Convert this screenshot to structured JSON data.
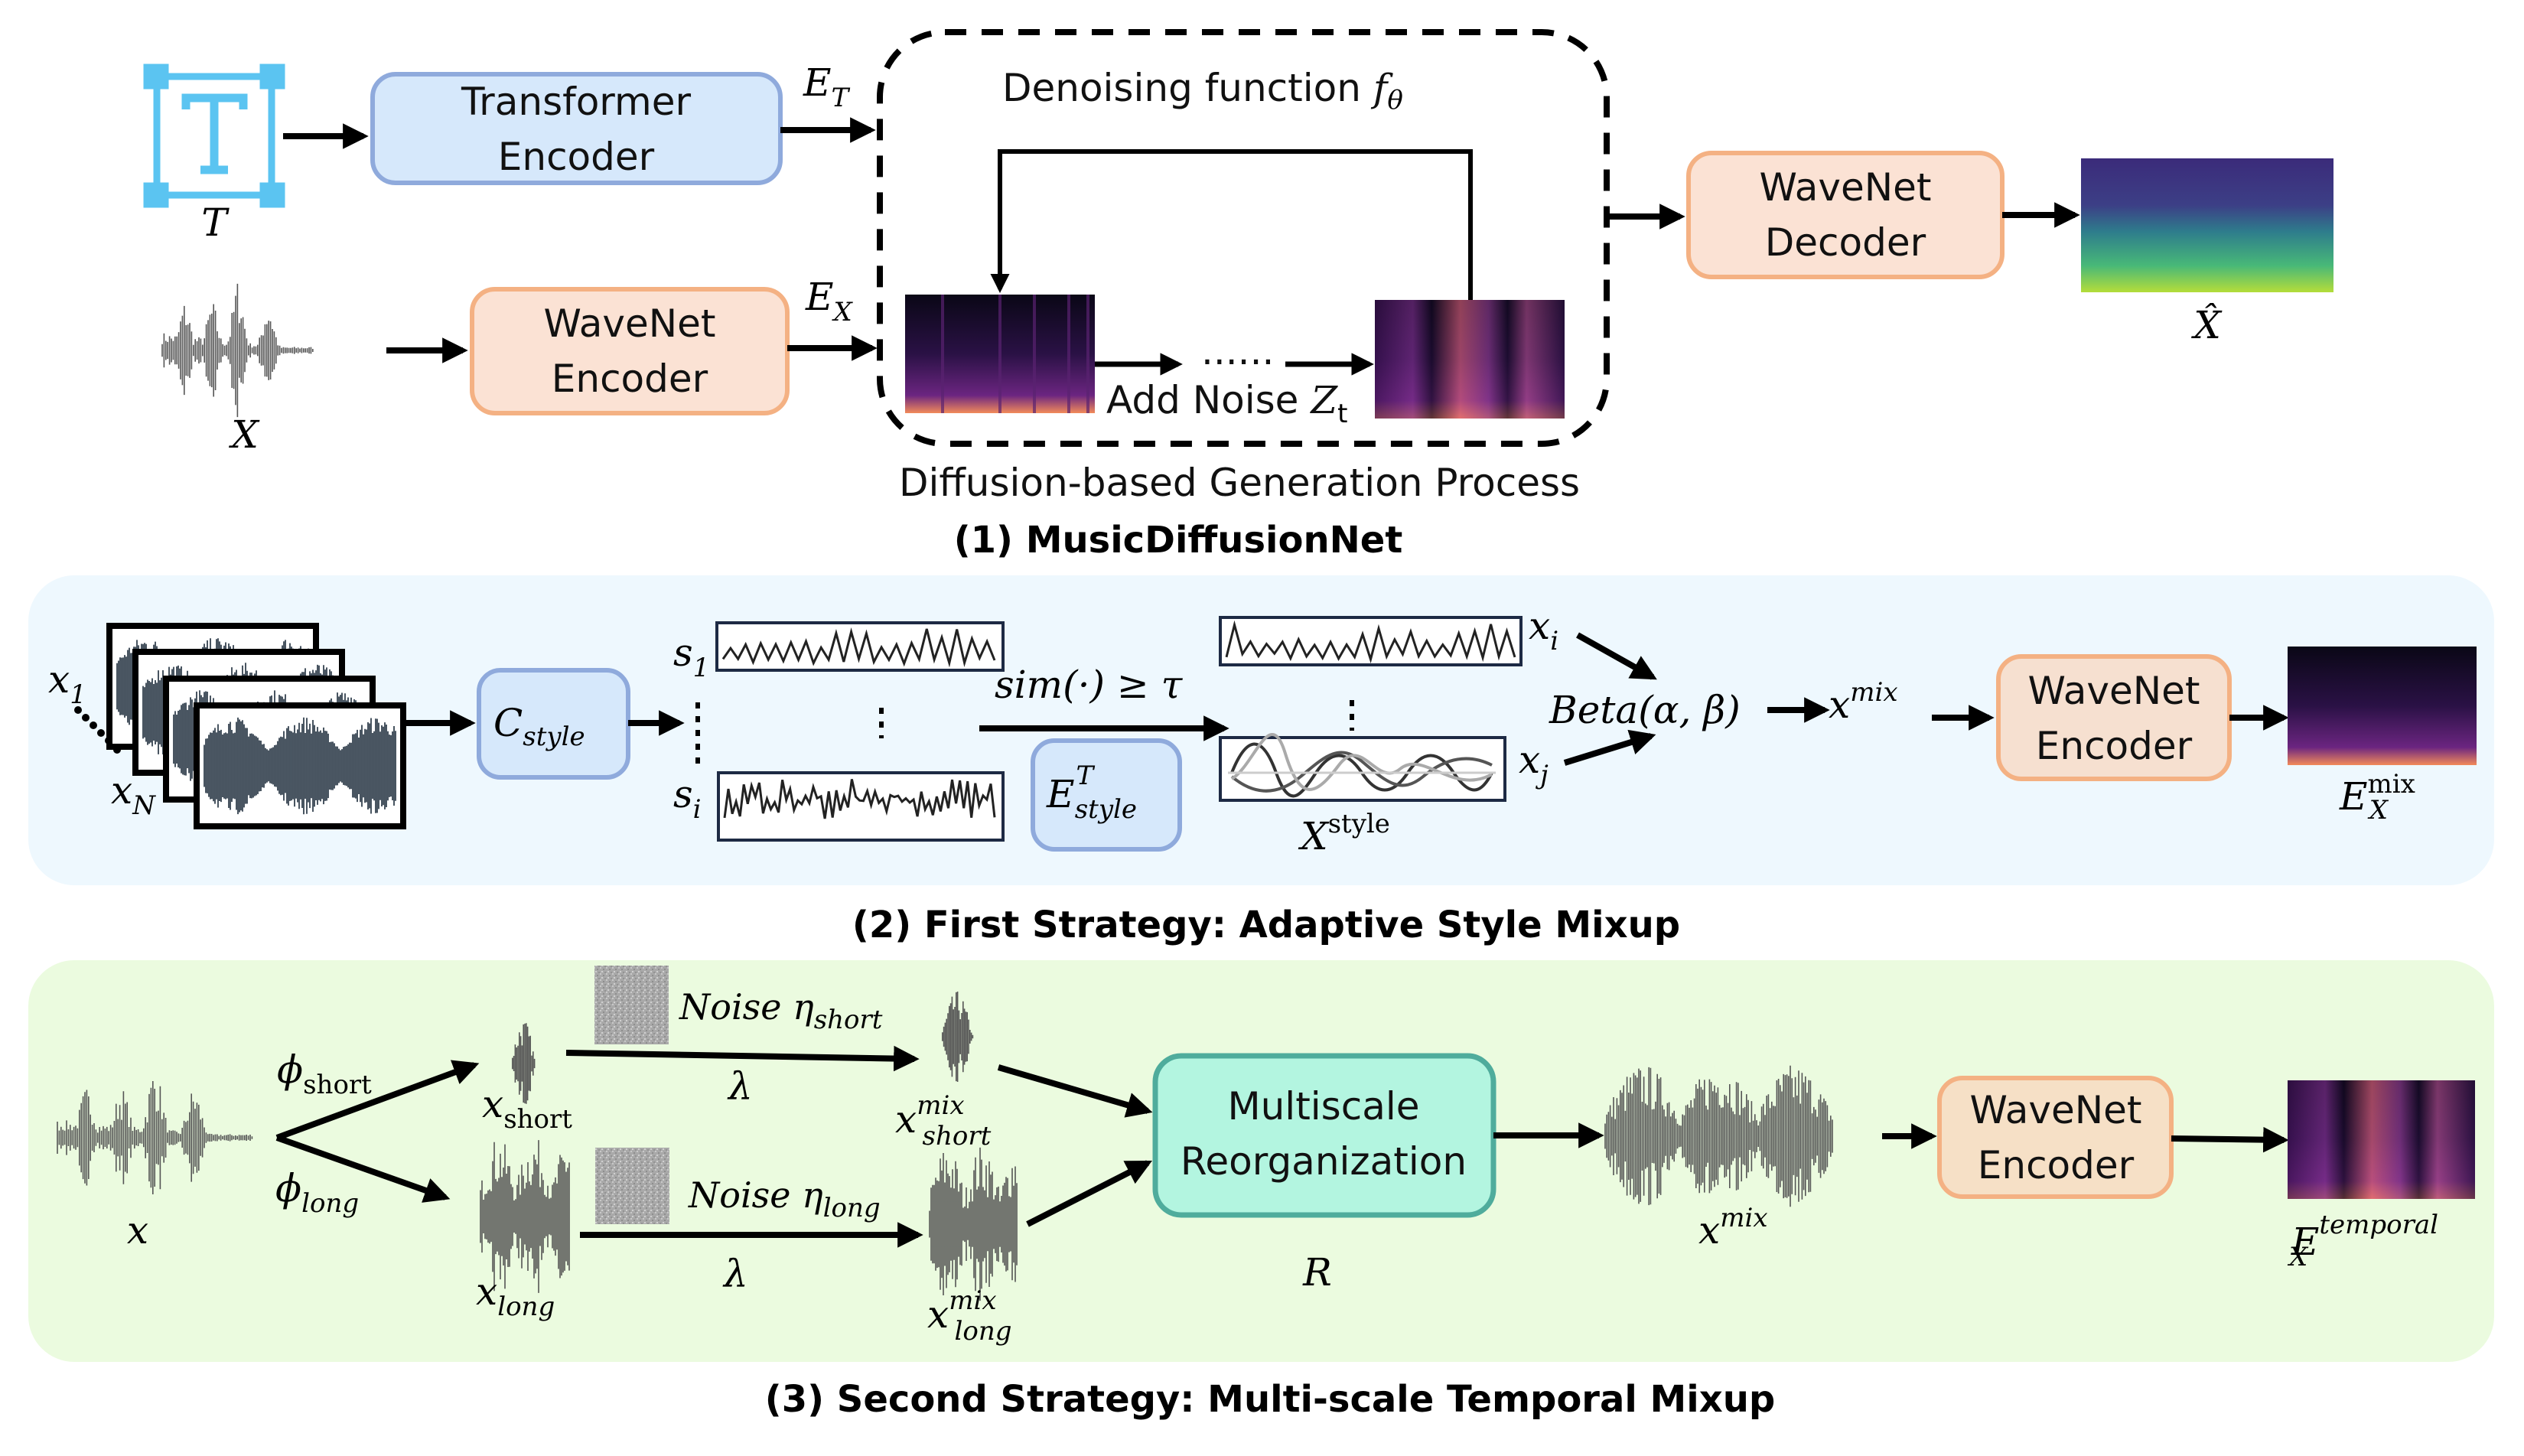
{
  "figure": {
    "sections": [
      {
        "id": "music-diffusion-net",
        "caption": "(1) MusicDiffusionNet",
        "text_input_label": "T",
        "audio_input_label": "X",
        "transformer_encoder": {
          "line1": "Transformer",
          "line2": "Encoder"
        },
        "wavenet_encoder": {
          "line1": "WaveNet",
          "line2": "Encoder"
        },
        "text_embedding_label": {
          "base": "E",
          "sub": "T"
        },
        "audio_embedding_label": {
          "base": "E",
          "sub": "X"
        },
        "diffusion_box": {
          "title": "Denoising function",
          "title_symbol": {
            "base": "f",
            "sub": "θ"
          },
          "noise_label": "Add Noise",
          "noise_symbol": {
            "base": "Z",
            "sub": "t"
          },
          "dots": "......",
          "caption": "Diffusion-based Generation Process"
        },
        "wavenet_decoder": {
          "line1": "WaveNet",
          "line2": "Decoder"
        },
        "output_label": "X̂"
      },
      {
        "id": "adaptive-style-mixup",
        "caption": "(2) First Strategy: Adaptive Style Mixup",
        "input_first_label": {
          "base": "x",
          "sub": "1"
        },
        "input_last_label": {
          "base": "x",
          "sub": "N"
        },
        "style_classifier": {
          "base": "C",
          "sub": "style"
        },
        "style_first_label": {
          "base": "s",
          "sub": "1"
        },
        "style_last_label": {
          "base": "s",
          "sub": "i"
        },
        "similarity_rule": "sim(·) ≥ τ",
        "style_encoder": {
          "base": "E",
          "sup": "T",
          "sub": "style"
        },
        "xi_label": {
          "base": "x",
          "sub": "i"
        },
        "xj_label": {
          "base": "x",
          "sub": "j"
        },
        "style_set_label": {
          "base": "X",
          "sup": "style"
        },
        "beta_label": "Beta(α, β)",
        "mix_label": {
          "base": "x",
          "sup": "mix"
        },
        "wavenet_encoder": {
          "line1": "WaveNet",
          "line2": "Encoder"
        },
        "output_label": {
          "base": "E",
          "sub": "X",
          "sup": "mix"
        }
      },
      {
        "id": "multiscale-temporal-mixup",
        "caption": "(3) Second Strategy: Multi-scale Temporal Mixup",
        "input_label": "x",
        "phi_short": {
          "base": "ϕ",
          "sub": "short"
        },
        "phi_long": {
          "base": "ϕ",
          "sub": "long"
        },
        "x_short": {
          "base": "x",
          "sub": "short"
        },
        "x_long": {
          "base": "x",
          "sub": "long"
        },
        "noise_short": {
          "text": "Noise",
          "base": "η",
          "sub": "short"
        },
        "noise_long": {
          "text": "Noise",
          "base": "η",
          "sub": "long"
        },
        "lambda_label": "λ",
        "x_short_mix": {
          "base": "x",
          "sup": "mix",
          "sub": "short"
        },
        "x_long_mix": {
          "base": "x",
          "sup": "mix",
          "sub": "long"
        },
        "reorganization": {
          "line1": "Multiscale",
          "line2": "Reorganization",
          "symbol": "R"
        },
        "mix_label": {
          "base": "x",
          "sup": "mix"
        },
        "wavenet_encoder": {
          "line1": "WaveNet",
          "line2": "Encoder"
        },
        "output_label": {
          "base": "E",
          "sub": "X",
          "sup": "temporal"
        }
      }
    ],
    "colors": {
      "text_icon": "#5bc4f1",
      "blue_box_fill": "#d6e8fb",
      "blue_box_stroke": "#8faadc",
      "orange_box_fill": "#fbe2d4",
      "orange_box_stroke": "#f4b183",
      "teal_box_fill": "#b3f5e0",
      "teal_box_stroke": "#4fac9c",
      "section2_bg": "#eef8fe",
      "section3_bg": "#ebfbdf"
    }
  }
}
